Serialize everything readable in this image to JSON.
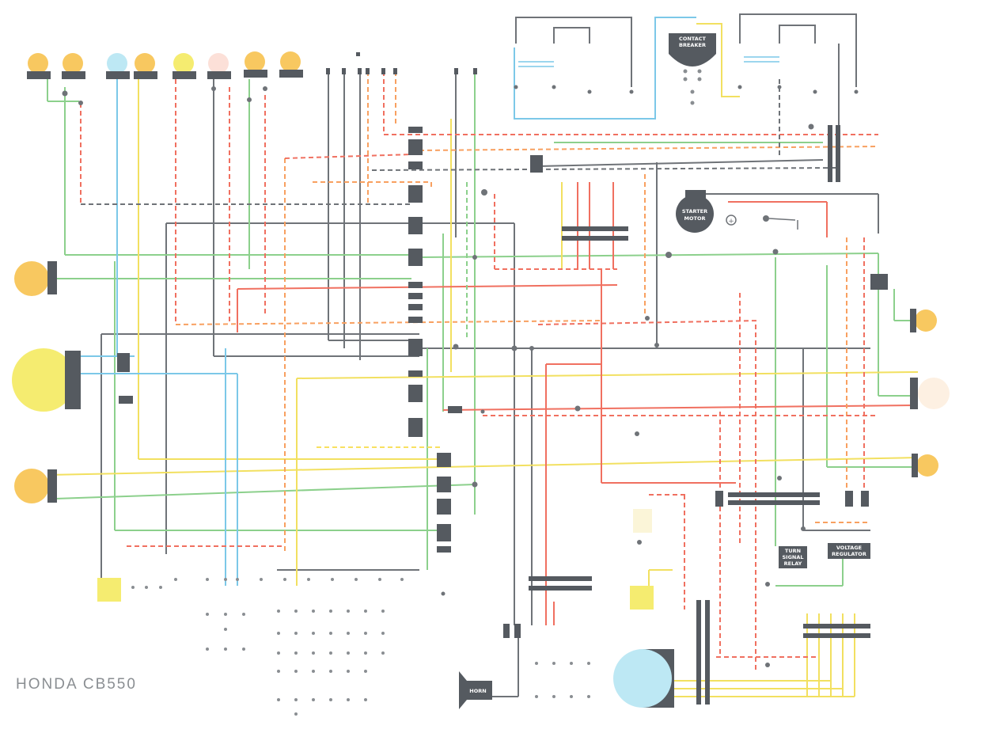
{
  "title": "HONDA CB550",
  "labels": {
    "contact_breaker": [
      "CONTACT",
      "BREAKER"
    ],
    "starter_motor": [
      "STARTER",
      "MOTOR"
    ],
    "horn": "HORN",
    "turn_signal_relay": [
      "TURN",
      "SIGNAL",
      "RELAY"
    ],
    "voltage_regulator": [
      "VOLTAGE",
      "REGULATOR"
    ]
  },
  "colors": {
    "background": "#ffffff",
    "wire_black": "#6f7378",
    "wire_red": "#f07060",
    "wire_orange": "#f8a060",
    "wire_green": "#8cd08c",
    "wire_yellow": "#f2e060",
    "wire_blue": "#7cc8e8",
    "lamp_orange": "#f8c860",
    "lamp_yellow": "#f5ec70",
    "lamp_blue": "#bde8f4",
    "component_dark": "#555a60",
    "title_text": "#8a8e92"
  }
}
